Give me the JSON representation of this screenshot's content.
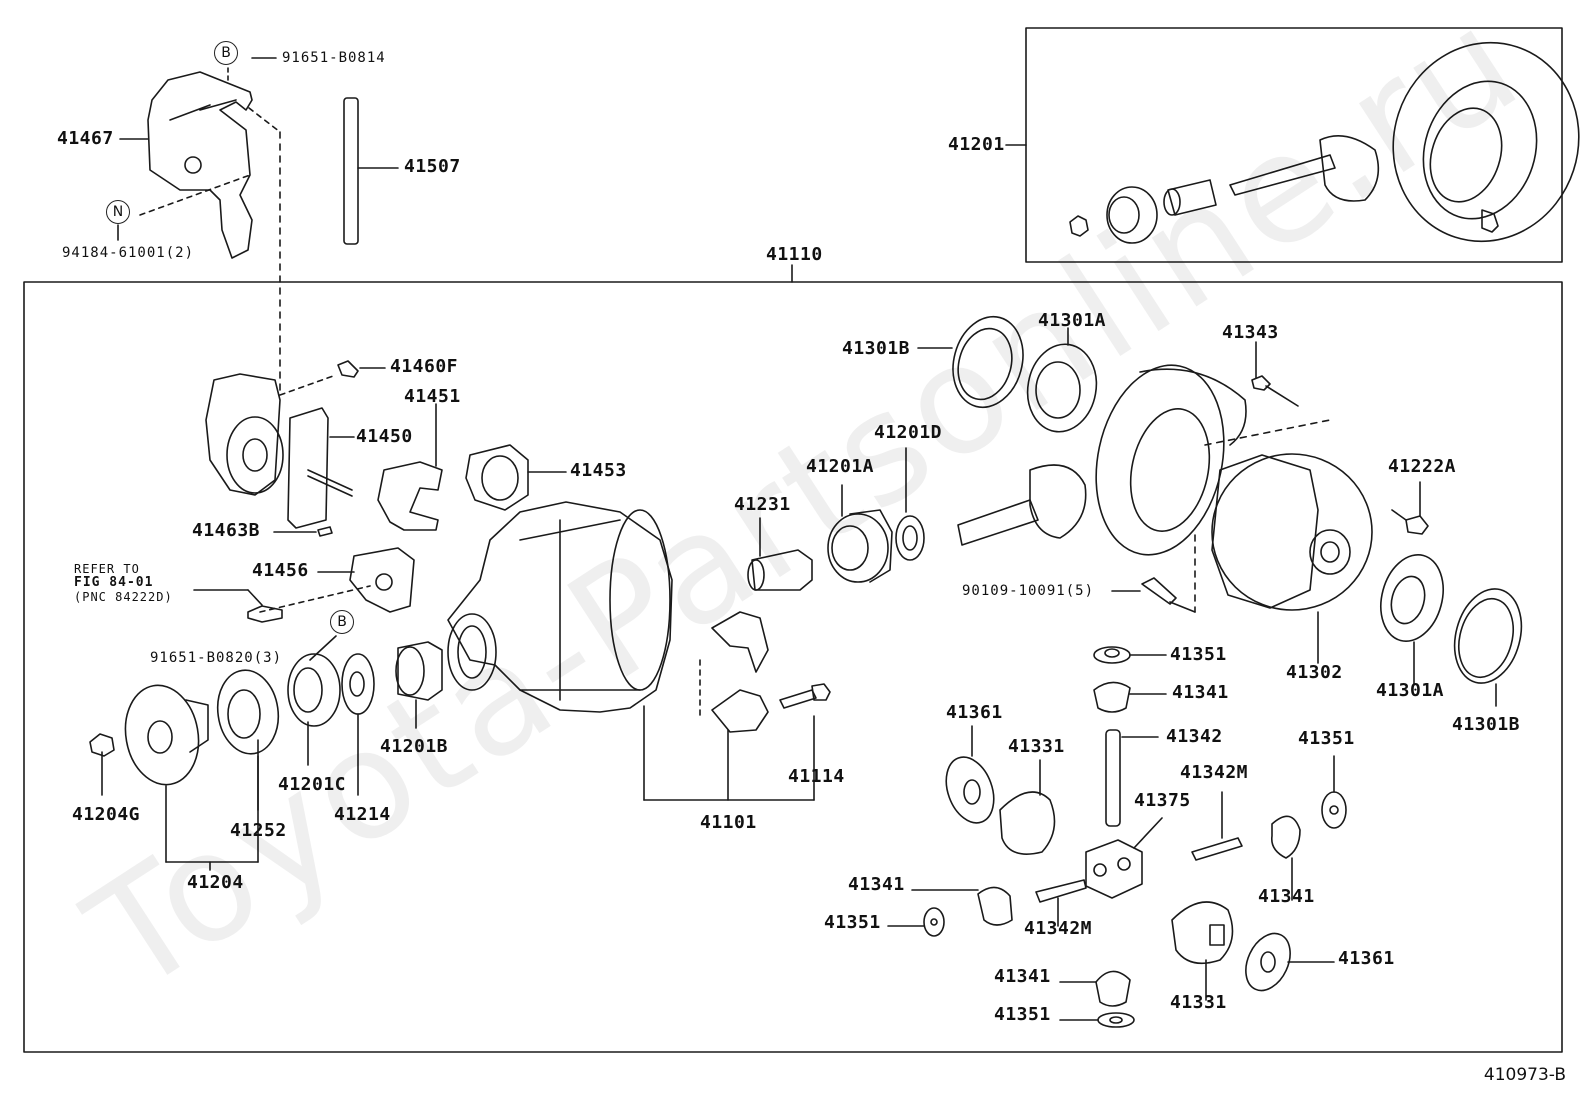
{
  "labels": {
    "p41467": "41467",
    "p91651_b0814": "91651-B0814",
    "p41507": "41507",
    "p94184": "94184-61001(2)",
    "p41110": "41110",
    "p41201": "41201",
    "p41460f": "41460F",
    "p41451": "41451",
    "p41450": "41450",
    "p41453": "41453",
    "p41463b": "41463B",
    "p41456": "41456",
    "p91651_b0820": "91651-B0820(3)",
    "p41204g": "41204G",
    "p41252": "41252",
    "p41204": "41204",
    "p41201c": "41201C",
    "p41214": "41214",
    "p41201b": "41201B",
    "p41101": "41101",
    "p41114": "41114",
    "p41231": "41231",
    "p41201a_mid": "41201A",
    "p41201d": "41201D",
    "p41301b_top": "41301B",
    "p41301a_top": "41301A",
    "p41343": "41343",
    "p41222a": "41222A",
    "p90109": "90109-10091(5)",
    "p41302": "41302",
    "p41301a_bot": "41301A",
    "p41301b_bot": "41301B",
    "p41351_a": "41351",
    "p41341_a": "41341",
    "p41342": "41342",
    "p41361_left": "41361",
    "p41331_top": "41331",
    "p41375": "41375",
    "p41342m_right": "41342M",
    "p41351_right": "41351",
    "p41341_right": "41341",
    "p41341_left": "41341",
    "p41351_left": "41351",
    "p41342m_left": "41342M",
    "p41341_bottom": "41341",
    "p41351_bottom": "41351",
    "p41331_bottom": "41331",
    "p41361_right": "41361"
  },
  "refer": {
    "line1": "REFER TO",
    "line2": "FIG 84-01",
    "line3": "(PNC 84222D)"
  },
  "circles": {
    "b_top": "B",
    "n": "N",
    "b_mid": "B"
  },
  "figure_code": "410973-B",
  "watermark": "Toyota-Partsonline.ru"
}
